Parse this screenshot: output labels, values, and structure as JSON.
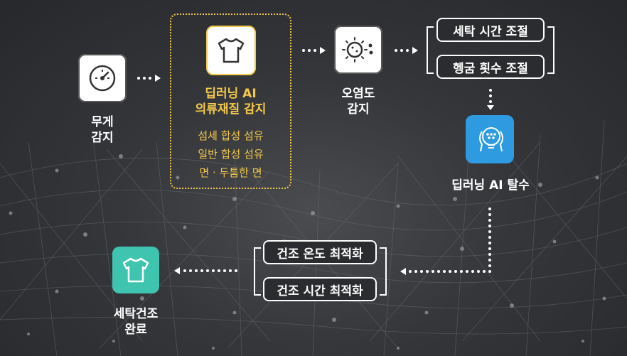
{
  "flow": {
    "weight": {
      "label_line1": "무게",
      "label_line2": "감지",
      "icon": "gauge-icon"
    },
    "ai_fabric": {
      "title_line1": "딥러닝 AI",
      "title_line2": "의류재질 감지",
      "items": [
        "섬세 합성 섬유",
        "일반 합성 섬유",
        "면 · 두툼한 면"
      ],
      "icon": "tshirt-icon"
    },
    "contamination": {
      "label_line1": "오염도",
      "label_line2": "감지",
      "icon": "bacteria-icon"
    },
    "wash_adjust": [
      "세탁 시간 조절",
      "헹굼 횟수 조절"
    ],
    "ai_spin": {
      "label": "딥러닝 AI 탈수",
      "icon": "ai-brain-icon"
    },
    "dry_opt": [
      "건조 온도 최적화",
      "건조 시간 최적화"
    ],
    "complete": {
      "label_line1": "세탁건조",
      "label_line2": "완료",
      "icon": "tshirt-icon"
    }
  },
  "colors": {
    "accent": "#f4c94b",
    "blue": "#2e9be0",
    "green": "#3fc4b0"
  }
}
